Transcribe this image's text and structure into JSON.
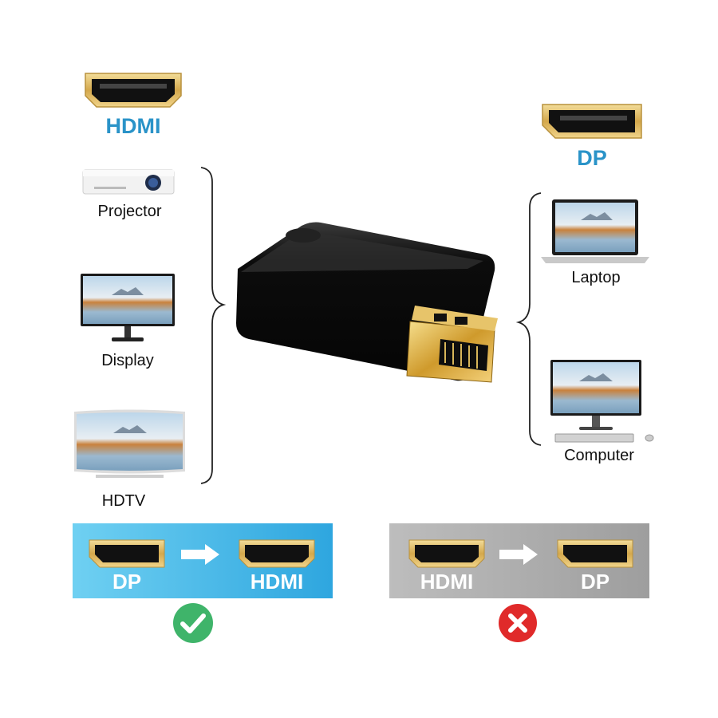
{
  "left": {
    "port_title": "HDMI",
    "devices": [
      {
        "label": "Projector"
      },
      {
        "label": "Display"
      },
      {
        "label": "HDTV"
      }
    ]
  },
  "right": {
    "port_title": "DP",
    "devices": [
      {
        "label": "Laptop"
      },
      {
        "label": "Computer"
      }
    ]
  },
  "supported": {
    "from": "DP",
    "to": "HDMI",
    "status_icon": "check-icon",
    "color": "#3fb46a"
  },
  "unsupported": {
    "from": "HDMI",
    "to": "DP",
    "status_icon": "cross-icon",
    "color": "#e02a2a"
  },
  "colors": {
    "blue_text": "#2a93c8",
    "gold": "#d9b25a",
    "panel_blue": "#3fb3e6",
    "panel_gray": "#a9a9a9"
  }
}
